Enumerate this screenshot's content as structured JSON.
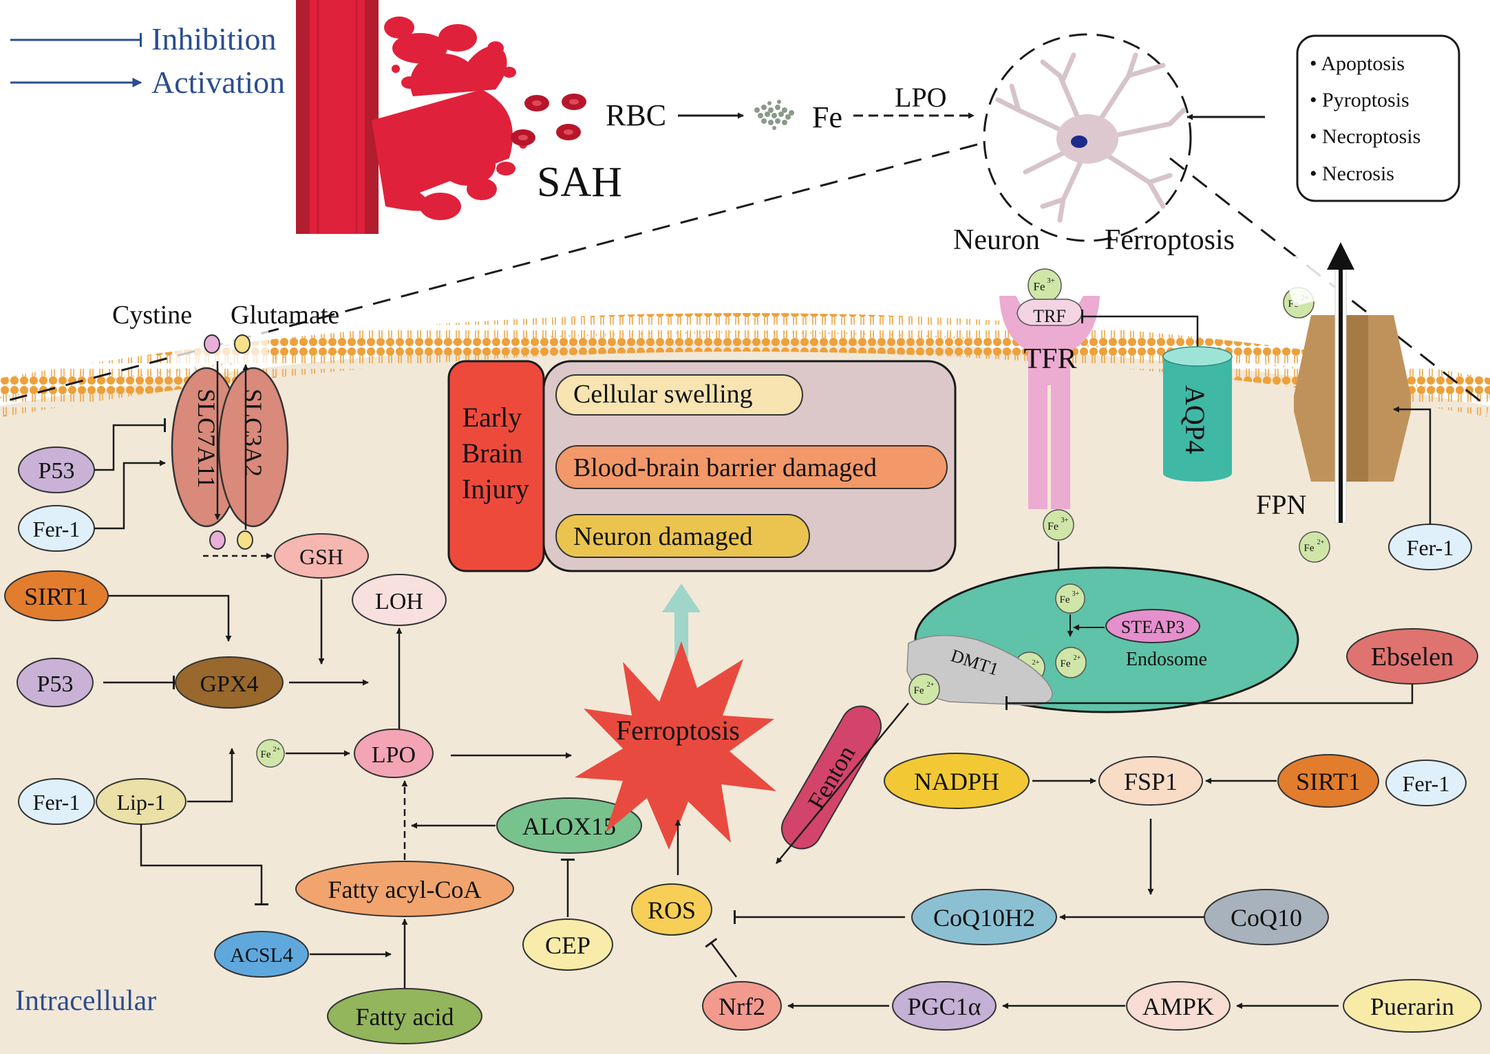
{
  "colors": {
    "cytoplasm": "#f2e8d8",
    "membrane": "#eea03a",
    "arrow": "#1a1a1a",
    "legend_line": "#2b4d8f",
    "blood": "#e0213b",
    "vessel_dark": "#b21d2f",
    "title_blue": "#2b4d8f",
    "ebi_red": "#ee4a3c",
    "ebi_panel": "#dcc8c8",
    "endosome": "#5ec3a8",
    "ferroptosis_star": "#e94a3f",
    "fenton": "#d3446a",
    "tfr": "#ecabd1",
    "aqp4": "#3fb8a6",
    "fpn": "#c0925b"
  },
  "legend": {
    "inhibition": "Inhibition",
    "activation": "Activation"
  },
  "top": {
    "rbc": "RBC",
    "fe": "Fe",
    "lpo": "LPO",
    "sah": "SAH",
    "neuron": "Neuron",
    "ferroptosis": "Ferroptosis",
    "death_modes": [
      "Apoptosis",
      "Pyroptosis",
      "Necroptosis",
      "Necrosis"
    ]
  },
  "membrane": {
    "cystine": "Cystine",
    "glutamate": "Glutamate",
    "slc7a11": "SLC7A11",
    "slc3a2": "SLC3A2",
    "tfr": "TFR",
    "trf": "TRF",
    "aqp4": "AQP4",
    "fpn": "FPN"
  },
  "ions": {
    "fe3": "Fe",
    "fe3_sup": "3+",
    "fe2": "Fe",
    "fe2_sup": "2+"
  },
  "ebi": {
    "title_lines": [
      "Early",
      "Brain",
      "Injury"
    ],
    "items": [
      "Cellular swelling",
      "Blood-brain barrier damaged",
      "Neuron damaged"
    ]
  },
  "nodes": {
    "p53_top": "P53",
    "fer1_left_top": "Fer-1",
    "gsh": "GSH",
    "sirt1_left": "SIRT1",
    "loh": "LOH",
    "p53_bottom": "P53",
    "gpx4": "GPX4",
    "lpo": "LPO",
    "fer1_left_bottom": "Fer-1",
    "lip1": "Lip-1",
    "alox15": "ALOX15",
    "fatty_acyl_coa": "Fatty acyl-CoA",
    "acsl4": "ACSL4",
    "cep": "CEP",
    "fatty_acid": "Fatty acid",
    "ros": "ROS",
    "ferroptosis": "Ferroptosis",
    "fenton": "Fenton",
    "steap3": "STEAP3",
    "endosome": "Endosome",
    "dmt1": "DMT1",
    "ebselen": "Ebselen",
    "nadph": "NADPH",
    "fsp1": "FSP1",
    "sirt1_right": "SIRT1",
    "fer1_right": "Fer-1",
    "fer1_fpn": "Fer-1",
    "coq10h2": "CoQ10H2",
    "coq10": "CoQ10",
    "nrf2": "Nrf2",
    "pgc1a": "PGC1α",
    "ampk": "AMPK",
    "puerarin": "Puerarin"
  },
  "intracellular": "Intracellular"
}
